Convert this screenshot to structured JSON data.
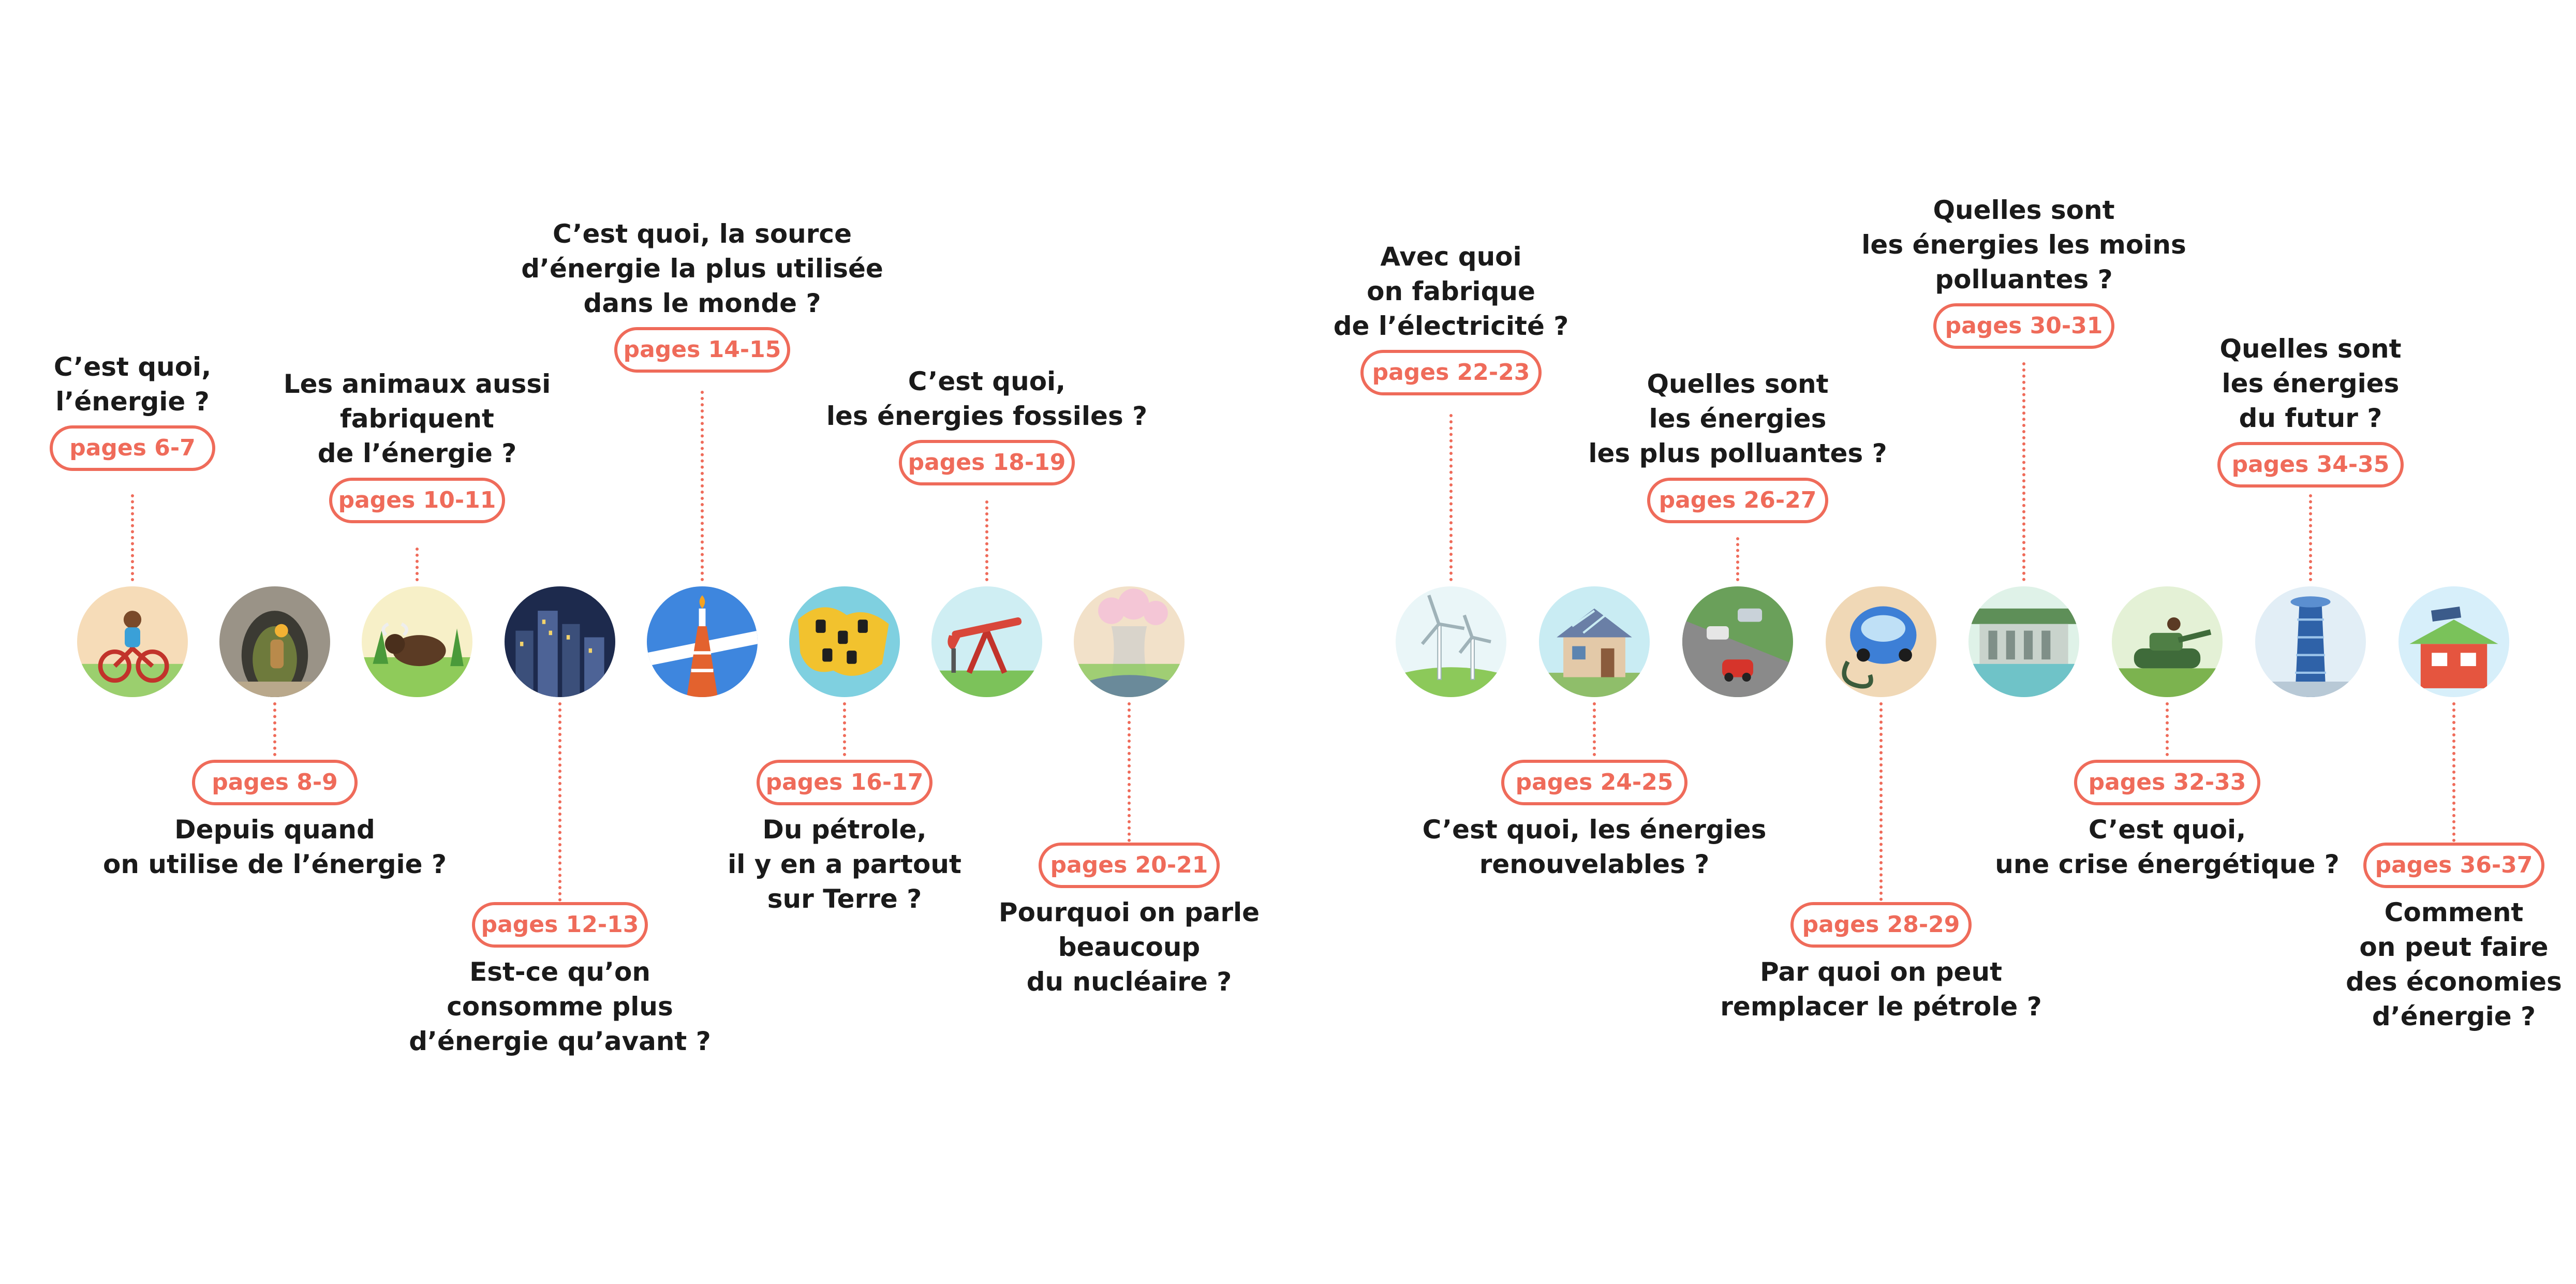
{
  "timeline": [
    {
      "q": [
        "C’est quoi,",
        "l’énergie ?"
      ],
      "pages": "pages 6-7",
      "icon": "child-on-bicycle-icon"
    },
    {
      "q": [
        "Depuis quand",
        "on utilise de l’énergie ?"
      ],
      "pages": "pages 8-9",
      "icon": "caveman-with-torch-icon"
    },
    {
      "q": [
        "Les animaux aussi",
        "fabriquent",
        "de l’énergie ?"
      ],
      "pages": "pages 10-11",
      "icon": "ox-in-field-icon"
    },
    {
      "q": [
        "Est-ce qu’on",
        "consomme plus",
        "d’énergie qu’avant ?"
      ],
      "pages": "pages 12-13",
      "icon": "city-skyscrapers-icon"
    },
    {
      "q": [
        "C’est quoi, la source",
        "d’énergie la plus utilisée",
        "dans le monde ?"
      ],
      "pages": "pages 14-15",
      "icon": "oil-derrick-icon"
    },
    {
      "q": [
        "Du pétrole,",
        "il y en a partout",
        "sur Terre ?"
      ],
      "pages": "pages 16-17",
      "icon": "oil-barrels-world-map-icon"
    },
    {
      "q": [
        "C’est quoi,",
        "les énergies fossiles ?"
      ],
      "pages": "pages 18-19",
      "icon": "oil-pump-jack-icon"
    },
    {
      "q": [
        "Pourquoi on parle",
        "beaucoup",
        "du nucléaire ?"
      ],
      "pages": "pages 20-21",
      "icon": "nuclear-cooling-tower-icon"
    },
    {
      "q": [
        "Avec quoi",
        "on fabrique",
        "de l’électricité ?"
      ],
      "pages": "pages 22-23",
      "icon": "wind-turbines-icon"
    },
    {
      "q": [
        "C’est quoi, les énergies",
        "renouvelables ?"
      ],
      "pages": "pages 24-25",
      "icon": "solar-panel-house-icon"
    },
    {
      "q": [
        "Quelles sont",
        "les énergies",
        "les plus polluantes ?"
      ],
      "pages": "pages 26-27",
      "icon": "cars-in-traffic-icon"
    },
    {
      "q": [
        "Par quoi on peut",
        "remplacer le pétrole ?"
      ],
      "pages": "pages 28-29",
      "icon": "electric-car-plug-icon"
    },
    {
      "q": [
        "Quelles sont",
        "les énergies les moins",
        "polluantes ?"
      ],
      "pages": "pages 30-31",
      "icon": "hydroelectric-dam-icon"
    },
    {
      "q": [
        "C’est quoi,",
        "une crise énergétique ?"
      ],
      "pages": "pages 32-33",
      "icon": "military-tank-icon"
    },
    {
      "q": [
        "Quelles sont",
        "les énergies",
        "du futur ?"
      ],
      "pages": "pages 34-35",
      "icon": "futuristic-tower-icon"
    },
    {
      "q": [
        "Comment",
        "on peut faire",
        "des économies",
        "d’énergie ?"
      ],
      "pages": "pages 36-37",
      "icon": "green-roof-house-icon"
    }
  ],
  "colors": {
    "accent": "#ef6b5a",
    "text": "#1a1a1a"
  }
}
